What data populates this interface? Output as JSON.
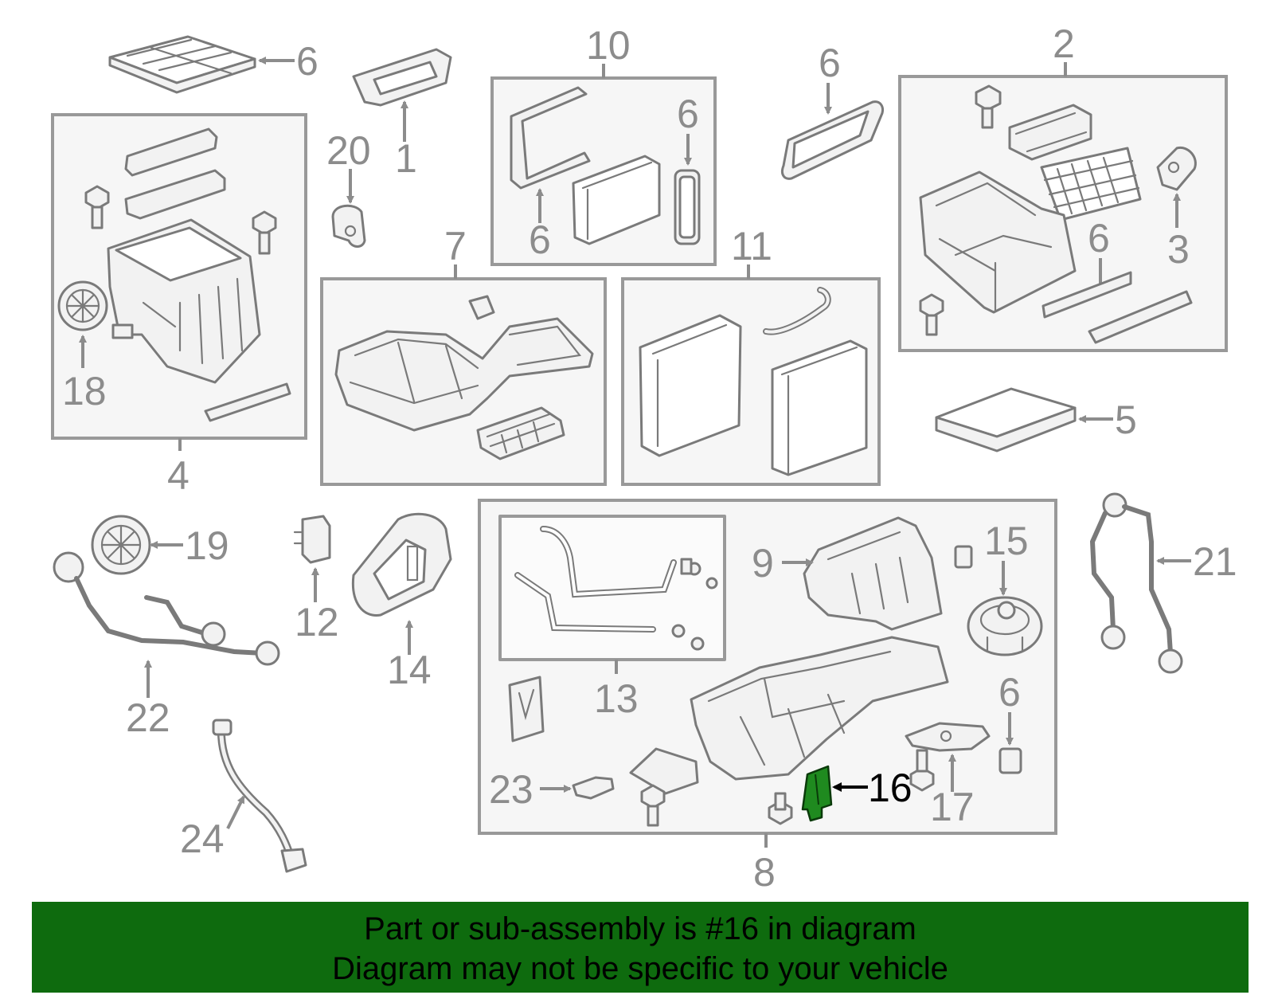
{
  "colors": {
    "banner_bg": "#0e6b0e",
    "highlight_part": "#1f8a1f",
    "label_gray": "#8c8c8c",
    "highlight_label": "#000000"
  },
  "banner": {
    "line1": "Part or sub-assembly is #16 in diagram",
    "line2": "Diagram may not be specific to your vehicle"
  },
  "highlighted_part": "16",
  "labels": {
    "p1": "1",
    "p2": "2",
    "p3": "3",
    "p4": "4",
    "p5": "5",
    "p6a": "6",
    "p6b": "6",
    "p6c": "6",
    "p6d": "6",
    "p6e": "6",
    "p6f": "6",
    "p7": "7",
    "p8": "8",
    "p9": "9",
    "p10": "10",
    "p11": "11",
    "p12": "12",
    "p13": "13",
    "p14": "14",
    "p15": "15",
    "p16": "16",
    "p17": "17",
    "p18": "18",
    "p19": "19",
    "p20": "20",
    "p21": "21",
    "p22": "22",
    "p23": "23",
    "p24": "24"
  },
  "icons": [
    "arrow-icon",
    "bolt-icon",
    "filter-icon",
    "blower-motor-icon",
    "wire-harness-icon"
  ]
}
